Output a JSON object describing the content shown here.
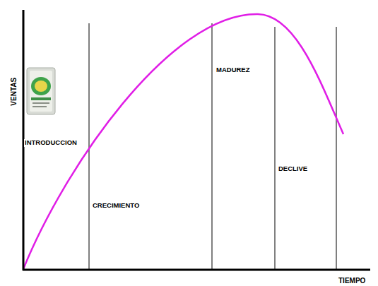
{
  "diagram": {
    "labels": [
      "VENTAS",
      "TIEMPO",
      "INTRODUCCION",
      "CRECIMIENTO",
      "MADUREZ",
      "DECLIVE"
    ]
  }
}
